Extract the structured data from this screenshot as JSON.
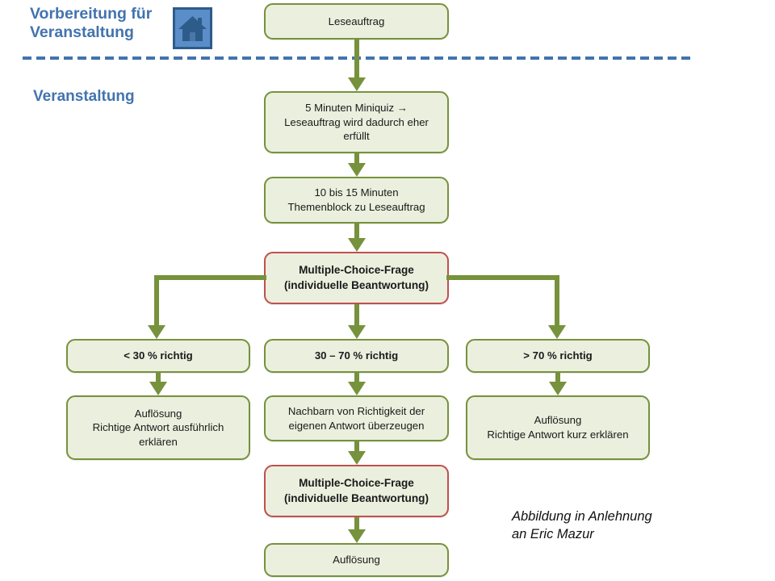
{
  "headings": {
    "preparation": "Vorbereitung für\nVeranstaltung",
    "event": "Veranstaltung"
  },
  "icons": {
    "house": "house-icon"
  },
  "colors": {
    "node_border_green": "#76923C",
    "node_border_red": "#C0504D",
    "node_fill": "#EBEFDE",
    "heading_blue": "#4273AE",
    "arrow_green": "#76923C"
  },
  "nodes": {
    "leseauftrag": "Leseauftrag",
    "miniquiz": "5 Minuten Miniquiz →\nLeseauftrag wird dadurch eher erfüllt",
    "themenblock": "10 bis 15 Minuten\nThemenblock zu Leseauftrag",
    "mc_frage_1": "Multiple-Choice-Frage\n(individuelle Beantwortung)",
    "branch_low": "< 30 % richtig",
    "branch_mid": "30 – 70 % richtig",
    "branch_high": "> 70 % richtig",
    "aufloesung_ausfuehrlich": "Auflösung\nRichtige Antwort  ausführlich erklären",
    "nachbarn": "Nachbarn von Richtigkeit der eigenen Antwort  überzeugen",
    "mc_frage_2": "Multiple-Choice-Frage\n(individuelle Beantwortung)",
    "aufloesung_kurz": "Auflösung\nRichtige Antwort  kurz erklären",
    "aufloesung": "Auflösung"
  },
  "caption": "Abbildung in Anlehnung\nan Eric Mazur"
}
